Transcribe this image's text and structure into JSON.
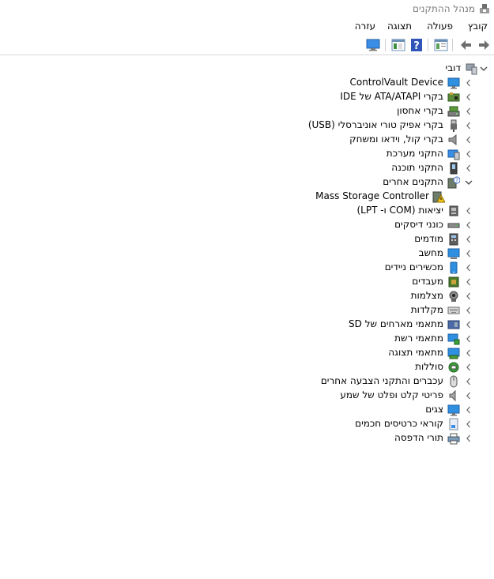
{
  "window": {
    "title": "מנהל ההתקנים"
  },
  "menu": [
    "קובץ",
    "פעולה",
    "תצוגה",
    "עזרה"
  ],
  "toolbar": {
    "buttons": [
      "back-icon",
      "forward-icon",
      "properties-icon",
      "help-icon",
      "show-hidden-icon",
      "monitor-scan-icon"
    ]
  },
  "tree": {
    "root": {
      "label": "דובי",
      "icon": "computer-root-icon"
    },
    "categories": [
      {
        "label": "ControlVault Device",
        "icon": "monitor-icon",
        "expanded": false
      },
      {
        "label": "בקרי ATA/ATAPI של IDE",
        "icon": "ide-controller-icon",
        "expanded": false
      },
      {
        "label": "בקרי אחסון",
        "icon": "storage-controller-icon",
        "expanded": false
      },
      {
        "label": "בקרי אפיק טורי אוניברסלי (USB)",
        "icon": "usb-icon",
        "expanded": false
      },
      {
        "label": "בקרי קול, וידאו ומשחק",
        "icon": "speaker-icon",
        "expanded": false
      },
      {
        "label": "התקני מערכת",
        "icon": "system-device-icon",
        "expanded": false
      },
      {
        "label": "התקני תוכנה",
        "icon": "software-device-icon",
        "expanded": false
      },
      {
        "label": "התקנים אחרים",
        "icon": "unknown-device-icon",
        "expanded": true,
        "children": [
          {
            "label": "Mass Storage Controller",
            "icon": "warning-device-icon"
          }
        ]
      },
      {
        "label": "יציאות (COM ו- LPT)",
        "icon": "port-icon",
        "expanded": false
      },
      {
        "label": "כונני דיסקים",
        "icon": "disk-drive-icon",
        "expanded": false
      },
      {
        "label": "מודמים",
        "icon": "modem-icon",
        "expanded": false
      },
      {
        "label": "מחשב",
        "icon": "computer-icon",
        "expanded": false
      },
      {
        "label": "מכשירים ניידים",
        "icon": "portable-device-icon",
        "expanded": false
      },
      {
        "label": "מעבדים",
        "icon": "processor-icon",
        "expanded": false
      },
      {
        "label": "מצלמות",
        "icon": "camera-icon",
        "expanded": false
      },
      {
        "label": "מקלדות",
        "icon": "keyboard-icon",
        "expanded": false
      },
      {
        "label": "מתאמי מארחים של SD",
        "icon": "sd-host-icon",
        "expanded": false
      },
      {
        "label": "מתאמי רשת",
        "icon": "network-adapter-icon",
        "expanded": false
      },
      {
        "label": "מתאמי תצוגה",
        "icon": "display-adapter-icon",
        "expanded": false
      },
      {
        "label": "סוללות",
        "icon": "battery-icon",
        "expanded": false
      },
      {
        "label": "עכברים והתקני הצבעה אחרים",
        "icon": "mouse-icon",
        "expanded": false
      },
      {
        "label": "פריטי קלט ופלט של שמע",
        "icon": "audio-io-icon",
        "expanded": false
      },
      {
        "label": "צגים",
        "icon": "monitor-icon",
        "expanded": false
      },
      {
        "label": "קוראי כרטיסים חכמים",
        "icon": "smart-card-icon",
        "expanded": false
      },
      {
        "label": "תורי הדפסה",
        "icon": "printer-icon",
        "expanded": false
      }
    ]
  }
}
